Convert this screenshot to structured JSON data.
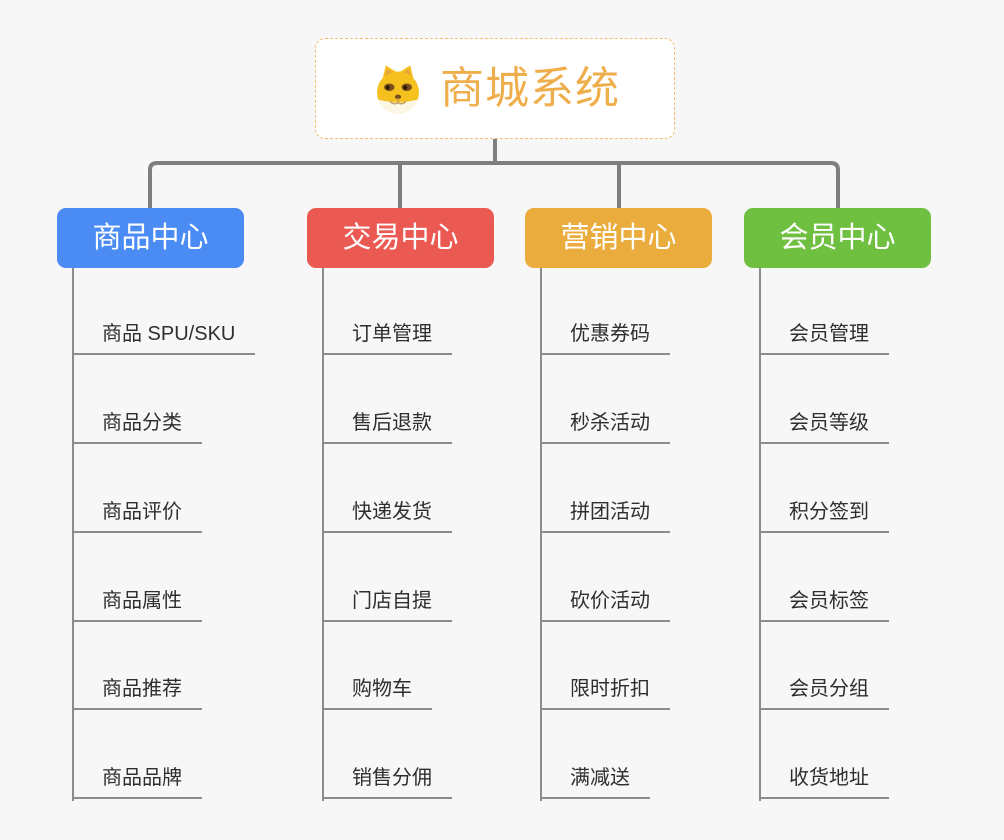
{
  "root": {
    "title": "商城系统",
    "icon": "dog-face-icon",
    "title_color": "#efae4c",
    "border_color": "#f3bc72"
  },
  "connector_color": "#7f7f7f",
  "leaf_line_color": "#8c8c8c",
  "background_color": "#f7f7f7",
  "branches": [
    {
      "label": "商品中心",
      "color": "#4a8bf4",
      "items": [
        "商品 SPU/SKU",
        "商品分类",
        "商品评价",
        "商品属性",
        "商品推荐",
        "商品品牌"
      ]
    },
    {
      "label": "交易中心",
      "color": "#eb5a52",
      "items": [
        "订单管理",
        "售后退款",
        "快递发货",
        "门店自提",
        "购物车",
        "销售分佣"
      ]
    },
    {
      "label": "营销中心",
      "color": "#ebac3e",
      "items": [
        "优惠券码",
        "秒杀活动",
        "拼团活动",
        "砍价活动",
        "限时折扣",
        "满减送"
      ]
    },
    {
      "label": "会员中心",
      "color": "#6fc041",
      "items": [
        "会员管理",
        "会员等级",
        "积分签到",
        "会员标签",
        "会员分组",
        "收货地址"
      ]
    }
  ]
}
